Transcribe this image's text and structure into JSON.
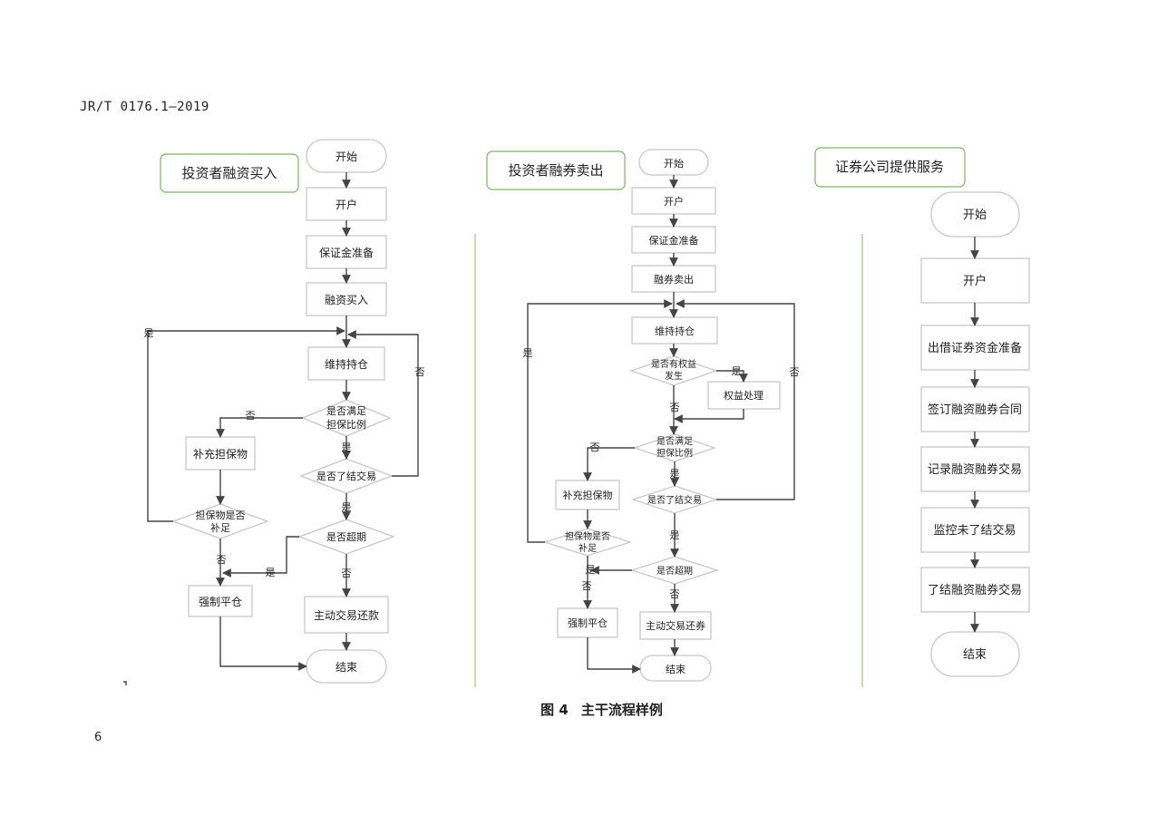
{
  "header": {
    "doc_id": "JR/T 0176.1—2019"
  },
  "page": {
    "number": "6"
  },
  "figure": {
    "label": "图 4",
    "title": "主干流程样例"
  },
  "colors": {
    "section_border": "#7fb069",
    "separator": "#a9c98c",
    "node_border": "#c8c8c8",
    "arrow": "#444444"
  },
  "sections": [
    {
      "title": "投资者融资买入",
      "nodes": {
        "start": "开始",
        "open": "开户",
        "margin": "保证金准备",
        "buy": "融资买入",
        "hold": "维持持仓",
        "cond_margin": [
          "是否满足",
          "担保比例"
        ],
        "supplement": "补充担保物",
        "cond_enough": [
          "担保物是否",
          "补足"
        ],
        "cond_close": "是否了结交易",
        "cond_overdue": "是否超期",
        "force": "强制平仓",
        "repay": "主动交易还款",
        "end": "结束"
      },
      "labels": {
        "yes": "是",
        "no": "否"
      }
    },
    {
      "title": "投资者融券卖出",
      "nodes": {
        "start": "开始",
        "open": "开户",
        "margin": "保证金准备",
        "sell": "融券卖出",
        "hold": "维持持仓",
        "cond_rights": [
          "是否有权益",
          "发生"
        ],
        "rights": "权益处理",
        "cond_margin": [
          "是否满足",
          "担保比例"
        ],
        "supplement": "补充担保物",
        "cond_enough": [
          "担保物是否",
          "补足"
        ],
        "cond_close": "是否了结交易",
        "cond_overdue": "是否超期",
        "force": "强制平仓",
        "repay": "主动交易还券",
        "end": "结束"
      },
      "labels": {
        "yes": "是",
        "no": "否"
      }
    },
    {
      "title": "证券公司提供服务",
      "nodes": [
        "开始",
        "开户",
        "出借证券资金准备",
        "签订融资融券合同",
        "记录融资融券交易",
        "监控未了结交易",
        "了结融资融券交易",
        "结束"
      ]
    }
  ]
}
